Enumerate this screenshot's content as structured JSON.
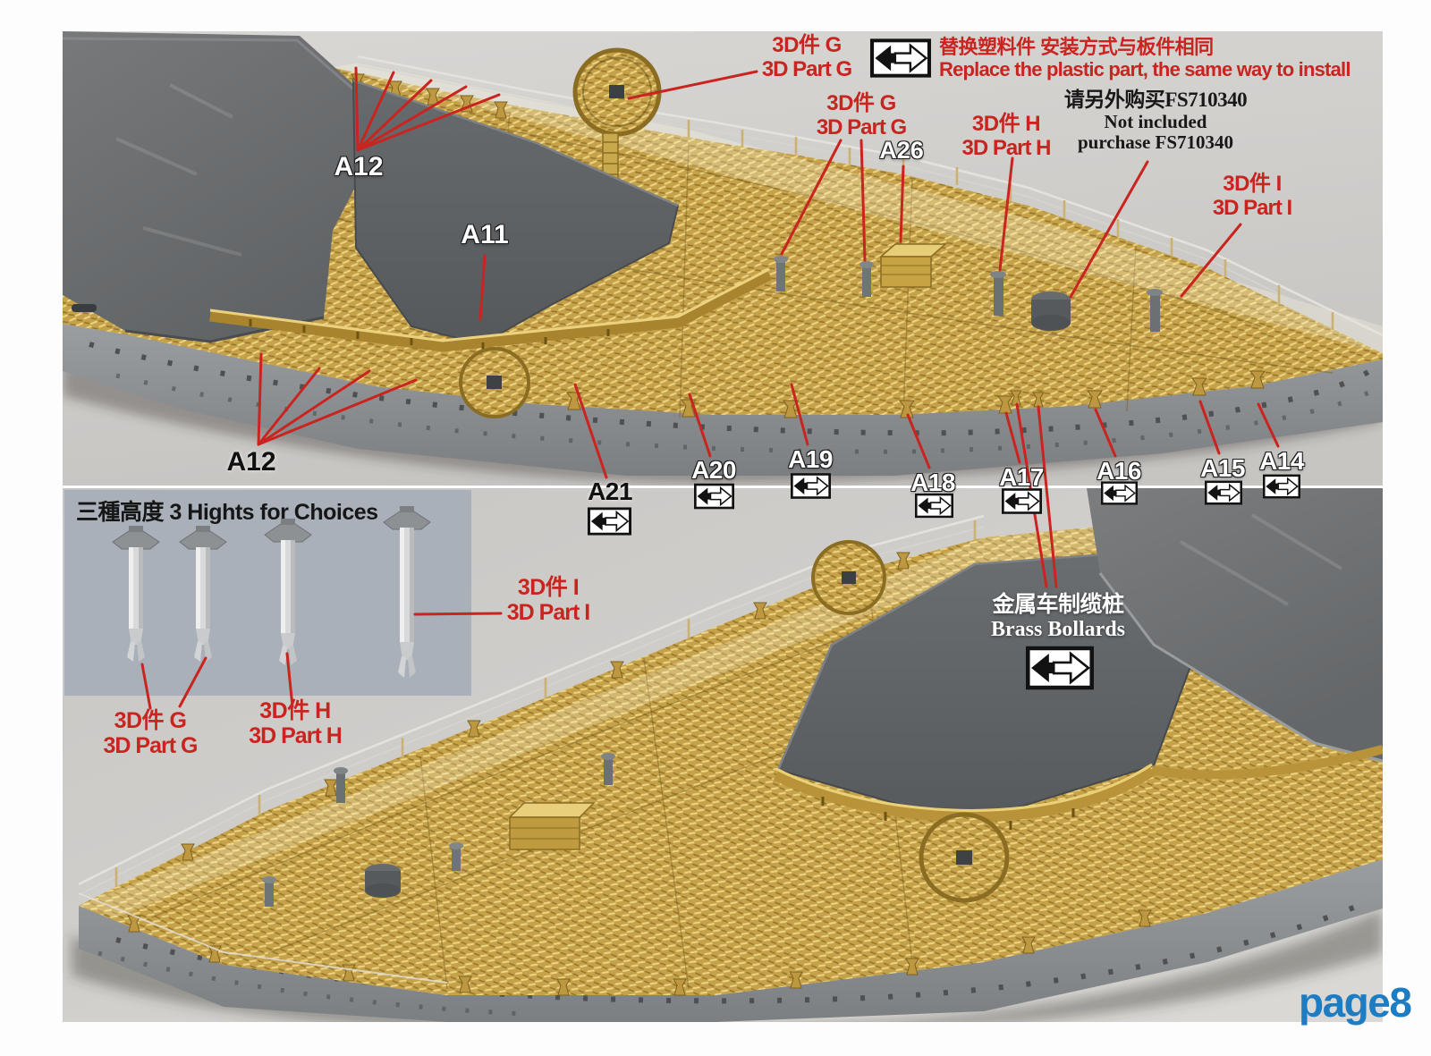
{
  "page": {
    "number": "page8"
  },
  "colors": {
    "annotation_red": "#c9241f",
    "page_number_blue": "#1e7dc2",
    "brass_gold": "#c5a14a"
  },
  "icons": {
    "swap_arrow": "swap-arrow-icon"
  },
  "top_photo": {
    "part_g_header": {
      "zh": "3D件 G",
      "en": "3D Part G"
    },
    "replace_note": {
      "zh": "替换塑料件 安装方式与板件相同",
      "en": "Replace the plastic part, the same way to install"
    },
    "part_g": {
      "zh": "3D件 G",
      "en": "3D Part G"
    },
    "a26": "A26",
    "part_h": {
      "zh": "3D件 H",
      "en": "3D Part H"
    },
    "purchase_note": {
      "zh": "请另外购买FS710340",
      "en_line1": "Not included",
      "en_line2": "purchase FS710340"
    },
    "part_i": {
      "zh": "3D件 I",
      "en": "3D Part I"
    },
    "a12_top": "A12",
    "a11": "A11",
    "a12_bottom": "A12"
  },
  "part_labels": [
    {
      "id": "A21"
    },
    {
      "id": "A20"
    },
    {
      "id": "A19"
    },
    {
      "id": "A18"
    },
    {
      "id": "A17"
    },
    {
      "id": "A16"
    },
    {
      "id": "A15"
    },
    {
      "id": "A14"
    }
  ],
  "bottom_photo": {
    "inset": {
      "title": "三種高度 3 Hights for Choices",
      "part_g": {
        "zh": "3D件 G",
        "en": "3D Part G"
      },
      "part_h": {
        "zh": "3D件 H",
        "en": "3D Part H"
      },
      "part_i": {
        "zh": "3D件 I",
        "en": "3D Part I"
      }
    },
    "brass_bollards": {
      "zh": "金属车制缆桩",
      "en": "Brass Bollards"
    }
  }
}
